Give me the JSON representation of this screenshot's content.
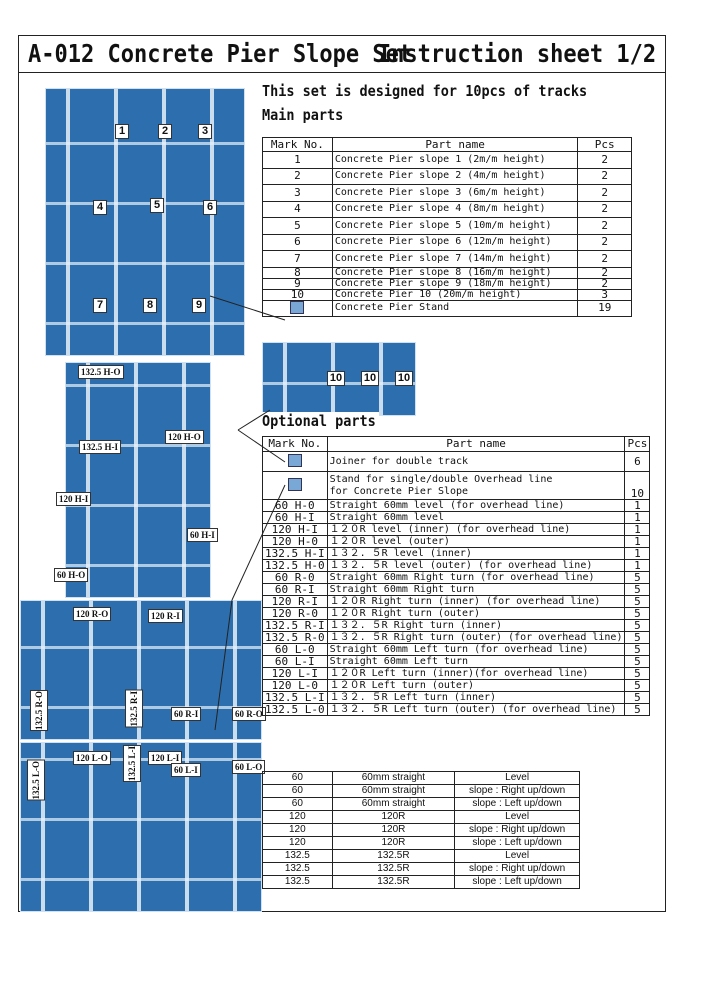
{
  "header": {
    "title": "A-012 Concrete Pier Slope Set",
    "sheet": "Instruction sheet 1/2"
  },
  "intro": "This set is designed for 10pcs of tracks",
  "main_heading": "Main parts",
  "optional_heading": "Optional parts",
  "columns": {
    "mark": "Mark No.",
    "part": "Part name",
    "pcs": "Pcs"
  },
  "main_parts": [
    {
      "mark": "1",
      "name": "Concrete Pier slope 1 (2m/m height)",
      "pcs": "2"
    },
    {
      "mark": "2",
      "name": "Concrete Pier slope 2 (4m/m height)",
      "pcs": "2"
    },
    {
      "mark": "3",
      "name": "Concrete Pier slope 3 (6m/m height)",
      "pcs": "2"
    },
    {
      "mark": "4",
      "name": "Concrete Pier slope 4 (8m/m height)",
      "pcs": "2"
    },
    {
      "mark": "5",
      "name": "Concrete Pier slope 5 (10m/m height)",
      "pcs": "2"
    },
    {
      "mark": "6",
      "name": "Concrete Pier slope 6 (12m/m height)",
      "pcs": "2"
    },
    {
      "mark": "7",
      "name": "Concrete Pier slope 7 (14m/m height)",
      "pcs": "2"
    },
    {
      "mark": "8",
      "name": "Concrete Pier slope 8 (16m/m height)",
      "pcs": "2"
    },
    {
      "mark": "9",
      "name": "Concrete Pier slope 9 (18m/m height)",
      "pcs": "2"
    },
    {
      "mark": "10",
      "name": "Concrete Pier 10 (20m/m height)",
      "pcs": "3"
    },
    {
      "mark": "",
      "icon": "pier-stand-icon",
      "name": "Concrete Pier Stand",
      "pcs": "19"
    }
  ],
  "optional_parts": [
    {
      "mark": "",
      "icon": "joiner-icon",
      "name": "Joiner for double track",
      "pcs": "6"
    },
    {
      "mark": "",
      "icon": "overhead-stand-icon",
      "name": "Stand for single/double Overhead line",
      "name2": "for Concrete Pier Slope",
      "pcs": "10"
    },
    {
      "mark": "60 H-0",
      "name": "Straight 60mm level (for overhead line)",
      "pcs": "1"
    },
    {
      "mark": "60 H-I",
      "name": "Straight 60mm level",
      "pcs": "1"
    },
    {
      "mark": "120 H-I",
      "name": "１２０R level (inner) (for overhead line)",
      "pcs": "1"
    },
    {
      "mark": "120 H-0",
      "name": "１２０R level (outer)",
      "pcs": "1"
    },
    {
      "mark": "132.5 H-I",
      "name": "１３２. ５R level (inner)",
      "pcs": "1"
    },
    {
      "mark": "132.5 H-0",
      "name": "１３２. ５R level (outer) (for overhead line)",
      "pcs": "1"
    },
    {
      "mark": "60 R-0",
      "name": "Straight 60mm Right turn (for overhead line)",
      "pcs": "5"
    },
    {
      "mark": "60 R-I",
      "name": "Straight 60mm Right turn",
      "pcs": "5"
    },
    {
      "mark": "120 R-I",
      "name": "１２０R Right turn (inner) (for overhead line)",
      "pcs": "5"
    },
    {
      "mark": "120 R-0",
      "name": "１２０R Right turn (outer)",
      "pcs": "5"
    },
    {
      "mark": "132.5 R-I",
      "name": "１３２. ５R Right turn (inner)",
      "pcs": "5"
    },
    {
      "mark": "132.5 R-0",
      "name": "１３２. ５R Right turn (outer) (for overhead line)",
      "pcs": "5"
    },
    {
      "mark": "60 L-0",
      "name": "Straight 60mm Left turn (for overhead line)",
      "pcs": "5"
    },
    {
      "mark": "60 L-I",
      "name": "Straight 60mm Left turn",
      "pcs": "5"
    },
    {
      "mark": "120 L-I",
      "name": "１２０R Left turn (inner)(for overhead line)",
      "pcs": "5"
    },
    {
      "mark": "120 L-0",
      "name": "１２０R Left turn (outer)",
      "pcs": "5"
    },
    {
      "mark": "132.5 L-I",
      "name": "１３２. ５R Left turn (inner)",
      "pcs": "5"
    },
    {
      "mark": "132.5 L-0",
      "name": "１３２. ５R Left turn (outer) (for overhead line)",
      "pcs": "5"
    }
  ],
  "track_table": [
    [
      "60",
      "60mm straight",
      "Level"
    ],
    [
      "60",
      "60mm straight",
      "slope : Right up/down"
    ],
    [
      "60",
      "60mm straight",
      "slope : Left up/down"
    ],
    [
      "120",
      "120R",
      "Level"
    ],
    [
      "120",
      "120R",
      "slope : Right up/down"
    ],
    [
      "120",
      "120R",
      "slope : Left up/down"
    ],
    [
      "132.5",
      "132.5R",
      "Level"
    ],
    [
      "132.5",
      "132.5R",
      "slope : Right up/down"
    ],
    [
      "132.5",
      "132.5R",
      "slope : Left up/down"
    ]
  ],
  "photo_labels": {
    "n1": "1",
    "n2": "2",
    "n3": "3",
    "n4": "4",
    "n5": "5",
    "n6": "6",
    "n7": "7",
    "n8": "8",
    "n9": "9",
    "n10": "10",
    "h_132o": "132.5 H-O",
    "h_120o": "120 H-O",
    "h_132i": "132.5 H-I",
    "h_120i": "120 H-I",
    "h_60i": "60 H-I",
    "h_60o": "60 H-O",
    "r_120o": "120 R-O",
    "r_120i": "120 R-I",
    "r_132o": "132.5 R-O",
    "r_132i": "132.5 R-I",
    "r_60i": "60 R-I",
    "r_60o": "60 R-O",
    "l_120o": "120 L-O",
    "l_120i": "120 L-I",
    "l_132o": "132.5 L-O",
    "l_132i": "132.5 L-I",
    "l_60i": "60 L-I",
    "l_60o": "60 L-O"
  }
}
